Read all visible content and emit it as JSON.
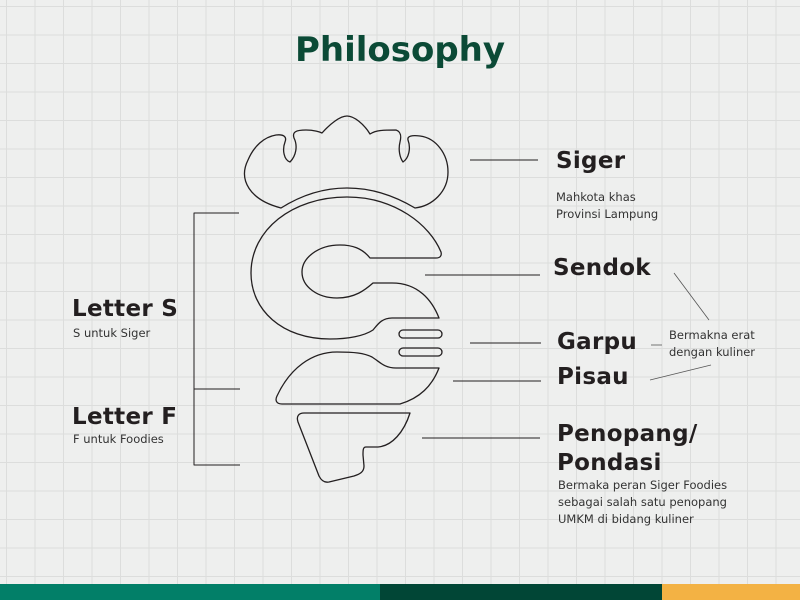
{
  "title": "Philosophy",
  "labels": {
    "siger": {
      "title": "Siger",
      "desc": [
        "Mahkota khas",
        "Provinsi Lampung"
      ]
    },
    "sendok": {
      "title": "Sendok"
    },
    "garpu": {
      "title": "Garpu"
    },
    "pisau": {
      "title": "Pisau"
    },
    "kuliner_note": [
      "Bermakna erat",
      "dengan kuliner"
    ],
    "penopang": {
      "title": [
        "Penopang/",
        "Pondasi"
      ],
      "desc": [
        "Bermaka peran Siger Foodies",
        "sebagai salah satu penopang",
        "UMKM di bidang kuliner"
      ]
    },
    "letter_s": {
      "title": "Letter S",
      "desc": "S untuk Siger"
    },
    "letter_f": {
      "title": "Letter F",
      "desc": "F untuk Foodies"
    }
  },
  "colors": {
    "title": "#0b4a36",
    "bar_teal": "#027f68",
    "bar_dark": "#014636",
    "bar_orange": "#f3b244"
  }
}
